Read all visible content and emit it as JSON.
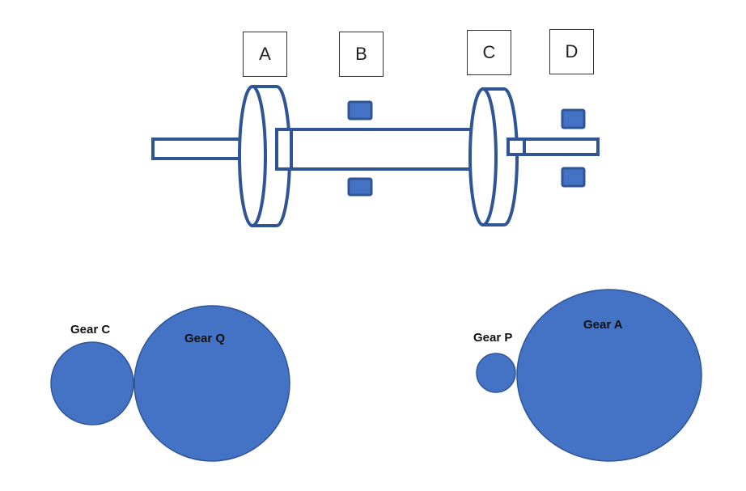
{
  "shaft_labels": {
    "a": "A",
    "b": "B",
    "c": "C",
    "d": "D"
  },
  "gears": {
    "gear_c": "Gear C",
    "gear_q": "Gear Q",
    "gear_p": "Gear P",
    "gear_a": "Gear A"
  },
  "colors": {
    "outline": "#2F5597",
    "fill": "#4472C4",
    "background": "#FFFFFF"
  }
}
